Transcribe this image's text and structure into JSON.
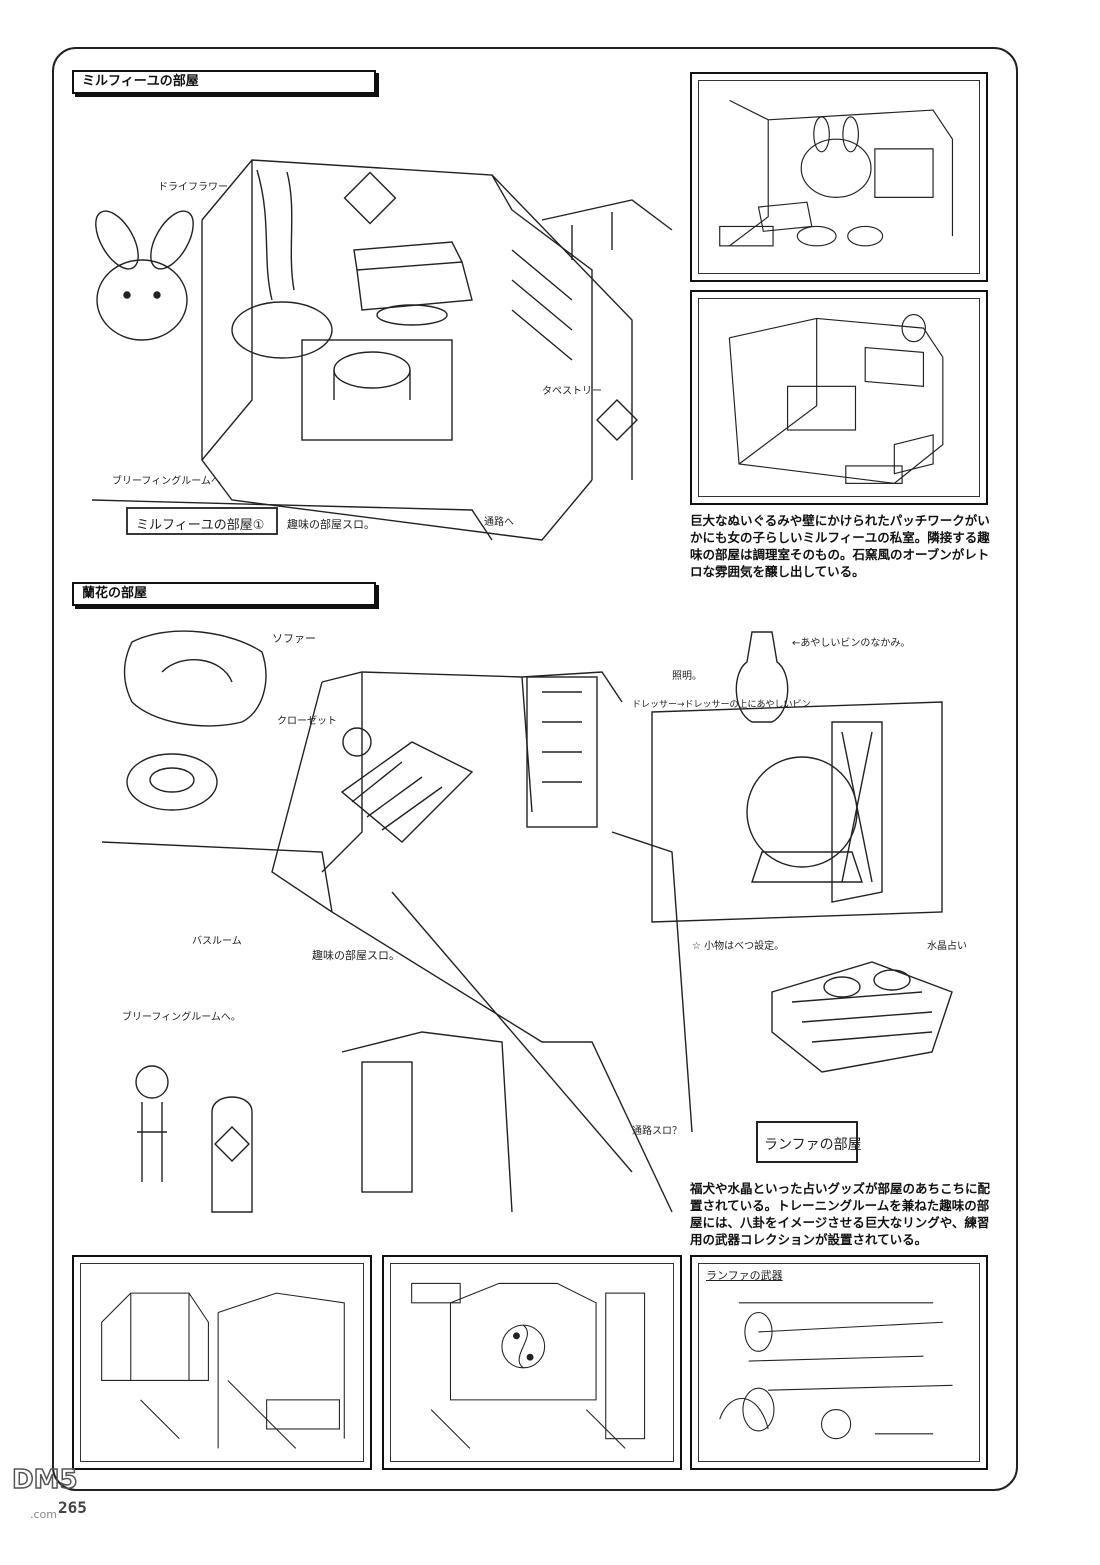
{
  "sections": {
    "milfeulle": {
      "title": "ミルフィーユの部屋"
    },
    "ranfa": {
      "title": "蘭花の部屋"
    }
  },
  "captions": {
    "milfeulle": "巨大なぬいぐるみや壁にかけられたパッチワークがいかにも女の子らしいミルフィーユの私室。隣接する趣味の部屋は調理室そのもの。石窯風のオーブンがレトロな雰囲気を醸し出している。",
    "ranfa": "福犬や水晶といった占いグッズが部屋のあちこちに配置されている。トレーニングルームを兼ねた趣味の部屋には、八卦をイメージさせる巨大なリングや、練習用の武器コレクションが設置されている。"
  },
  "sketch_labels": {
    "milfeulle_room_1": "ミルフィーユの部屋①",
    "hobby_room_slot": "趣味の部屋スロ。",
    "dried_flower": "ドライフラワー",
    "tapestry": "タペストリー",
    "briefing_room": "ブリーフィングルームへ",
    "passage": "通路へ",
    "ranfa_room": "ランファの部屋",
    "sofa": "ソファー",
    "lighting": "照明。",
    "closet": "クローゼット",
    "bath_room": "バスルーム",
    "hobby_room_slot_2": "趣味の部屋スロ。",
    "passage_slot": "通路スロ？",
    "briefing_room_2": "ブリーフィングルームへ。",
    "dresser": "ドレッサー→ドレッサーの上にあやしいビン",
    "small_items": "☆ 小物はべつ設定。",
    "crystal_ball": "水晶占い",
    "ranfa_weapons": "ランファの武器",
    "bottle_note": "←あやしいビンのなかみ。"
  },
  "page_number": "265",
  "watermark": "DM5.com"
}
